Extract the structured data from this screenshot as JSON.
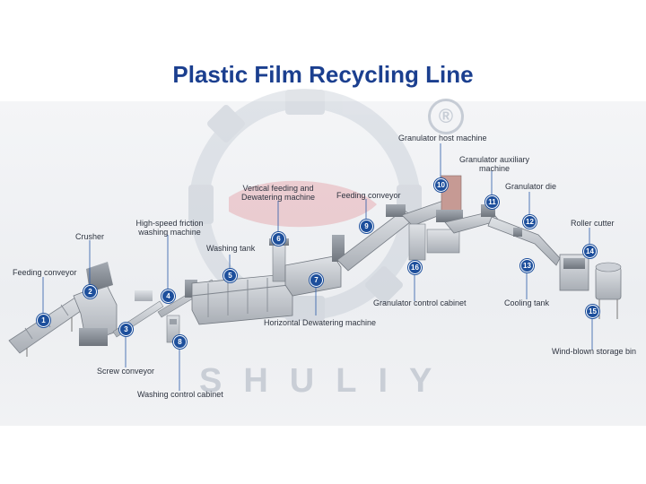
{
  "title": "Plastic Film Recycling Line",
  "watermark": {
    "brand_text": "SHULIY",
    "registered_mark": "®"
  },
  "colors": {
    "title": "#1b3f8f",
    "badge": "#1d4f9c",
    "leader": "#2a5aa8",
    "machine_body": "#c3c8cf",
    "machine_dark": "#8d939b"
  },
  "components": [
    {
      "num": "1",
      "label": "Feeding conveyor"
    },
    {
      "num": "2",
      "label": "Crusher"
    },
    {
      "num": "3",
      "label": "Screw conveyor"
    },
    {
      "num": "4",
      "label": "High-speed friction washing machine",
      "label_line1": "High-speed friction",
      "label_line2": "washing machine"
    },
    {
      "num": "5",
      "label": "Washing tank"
    },
    {
      "num": "6",
      "label": "Vertical feeding and Dewatering machine",
      "label_line1": "Vertical feeding and",
      "label_line2": "Dewatering machine"
    },
    {
      "num": "7",
      "label": "Horizontal Dewatering machine"
    },
    {
      "num": "8",
      "label": "Washing control cabinet"
    },
    {
      "num": "9",
      "label": "Feeding conveyor"
    },
    {
      "num": "10",
      "label": "Granulator host machine"
    },
    {
      "num": "11",
      "label": "Granulator auxiliary machine",
      "label_line1": "Granulator auxiliary",
      "label_line2": "machine"
    },
    {
      "num": "12",
      "label": "Granulator die"
    },
    {
      "num": "13",
      "label": "Cooling tank"
    },
    {
      "num": "14",
      "label": "Roller cutter"
    },
    {
      "num": "15",
      "label": "Wind-blown storage bin"
    },
    {
      "num": "16",
      "label": "Granulator control cabinet"
    }
  ]
}
